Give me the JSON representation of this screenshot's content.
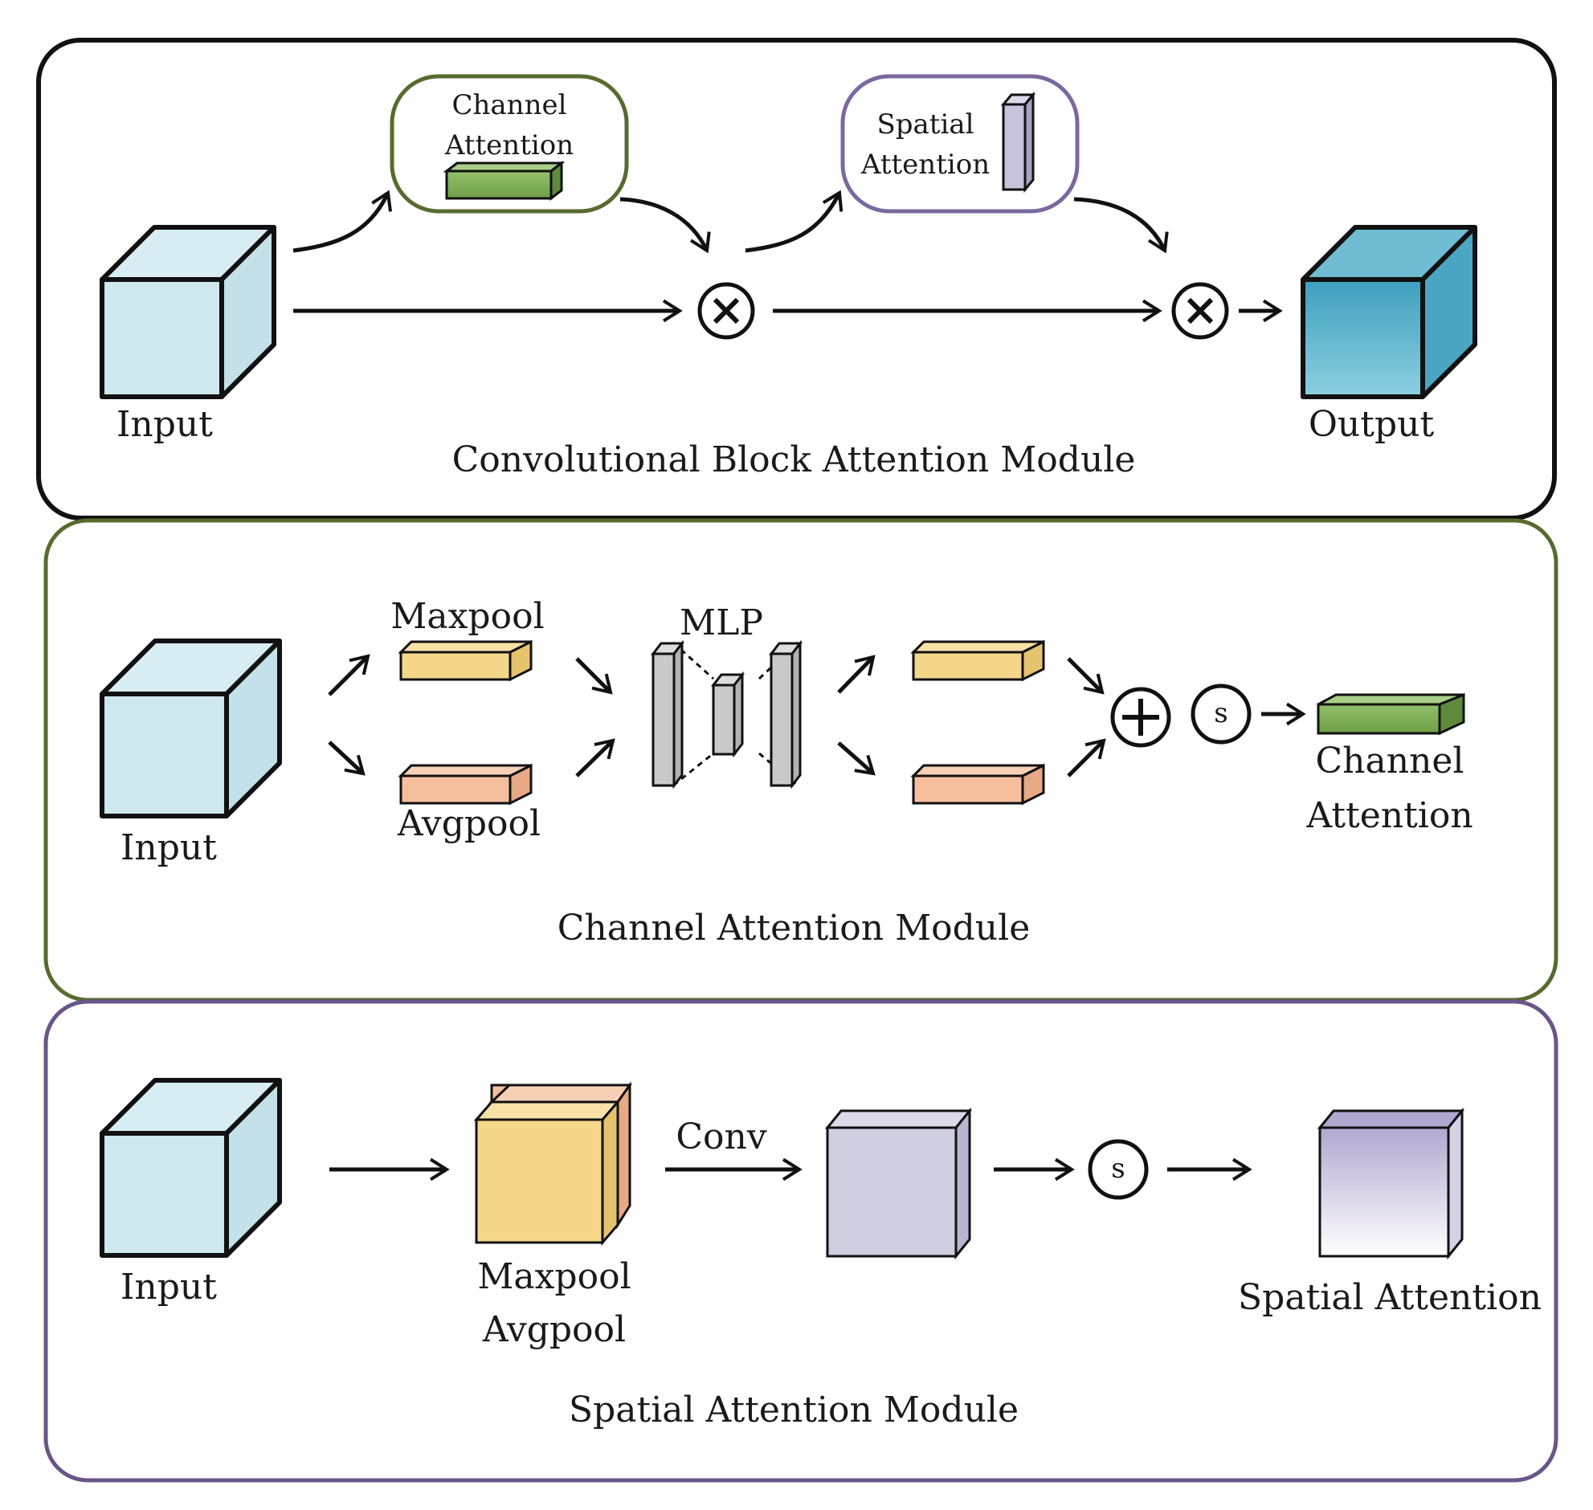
{
  "colors": {
    "panel_top_border": "#111111",
    "panel_channel_border": "#566b2f",
    "panel_spatial_border": "#6a5588",
    "cube_light_blue": "#cfe8ef",
    "cube_output_blue": "#5fb3cc",
    "bar_green": "#7eae55",
    "bar_yellow": "#f5d78a",
    "bar_peach": "#f5bf9e",
    "bar_grey": "#c9c9c9",
    "cube_lavender": "#cfcde0",
    "bar_lavender": "#c8c3dc"
  },
  "cbam": {
    "caption": "Convolutional Block Attention Module",
    "input_label": "Input",
    "output_label": "Output",
    "channel_box": {
      "line1": "Channel",
      "line2": "Attention"
    },
    "spatial_box": {
      "line1": "Spatial",
      "line2": "Attention"
    },
    "multiply_symbol": "×"
  },
  "channel_module": {
    "caption": "Channel Attention Module",
    "input_label": "Input",
    "maxpool_label": "Maxpool",
    "avgpool_label": "Avgpool",
    "mlp_label": "MLP",
    "add_symbol": "+",
    "sigmoid_symbol": "s",
    "output_label": {
      "line1": "Channel",
      "line2": "Attention"
    }
  },
  "spatial_module": {
    "caption": "Spatial Attention Module",
    "input_label": "Input",
    "pool_label": {
      "line1": "Maxpool",
      "line2": "Avgpool"
    },
    "conv_label": "Conv",
    "sigmoid_symbol": "s",
    "output_label": "Spatial Attention"
  }
}
